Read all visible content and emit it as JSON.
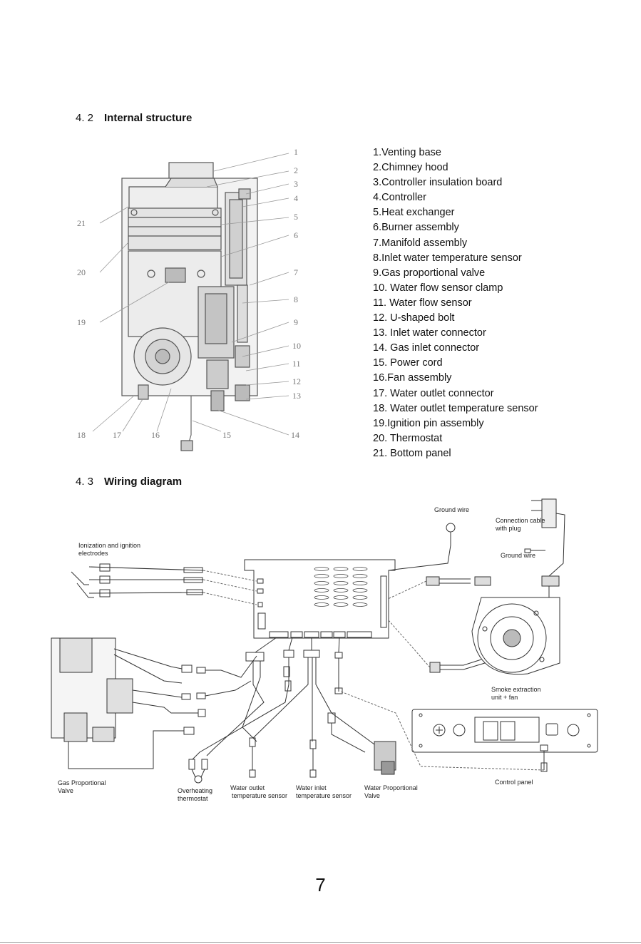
{
  "sections": [
    {
      "number": "4. 2",
      "title": "Internal structure"
    },
    {
      "number": "4. 3",
      "title": "Wiring diagram"
    }
  ],
  "parts": [
    "1.Venting base",
    "2.Chimney hood",
    "3.Controller insulation board",
    "4.Controller",
    "5.Heat exchanger",
    "6.Burner assembly",
    "7.Manifold assembly",
    "8.Inlet water temperature sensor",
    "9.Gas proportional valve",
    "10. Water flow sensor clamp",
    "11. Water flow sensor",
    "12. U-shaped bolt",
    "13. Inlet water connector",
    "14. Gas inlet connector",
    "15. Power cord",
    "16.Fan assembly",
    "17. Water outlet connector",
    "18. Water outlet temperature sensor",
    "19.Ignition pin assembly",
    "20. Thermostat",
    "21. Bottom panel"
  ],
  "callouts": {
    "right": [
      "1",
      "2",
      "3",
      "4",
      "5",
      "6",
      "7",
      "8",
      "9",
      "10",
      "11",
      "12",
      "13"
    ],
    "left": [
      "21",
      "20",
      "19"
    ],
    "bottom": [
      "18",
      "17",
      "16",
      "15",
      "14"
    ]
  },
  "wiring_labels": {
    "ground_wire_top": "Ground wire",
    "connection_cable_line1": "Connection cable",
    "connection_cable_line2": "with plug",
    "ground_wire_plug": "Ground wire",
    "electrodes_line1": "Ionization and ignition",
    "electrodes_line2": "electrodes",
    "smoke_line1": "Smoke extraction",
    "smoke_line2": "unit + fan",
    "control_panel": "Control panel",
    "gas_valve_line1": "Gas Proportional",
    "gas_valve_line2": "Valve",
    "thermostat_line1": "Overheating",
    "thermostat_line2": "thermostat",
    "outlet_sensor_line1": "Water outlet",
    "outlet_sensor_line2": "temperature sensor",
    "inlet_sensor_line1": "Water inlet",
    "inlet_sensor_line2": "temperature sensor",
    "water_valve_line1": "Water Proportional",
    "water_valve_line2": "Valve"
  },
  "page_number": "7"
}
